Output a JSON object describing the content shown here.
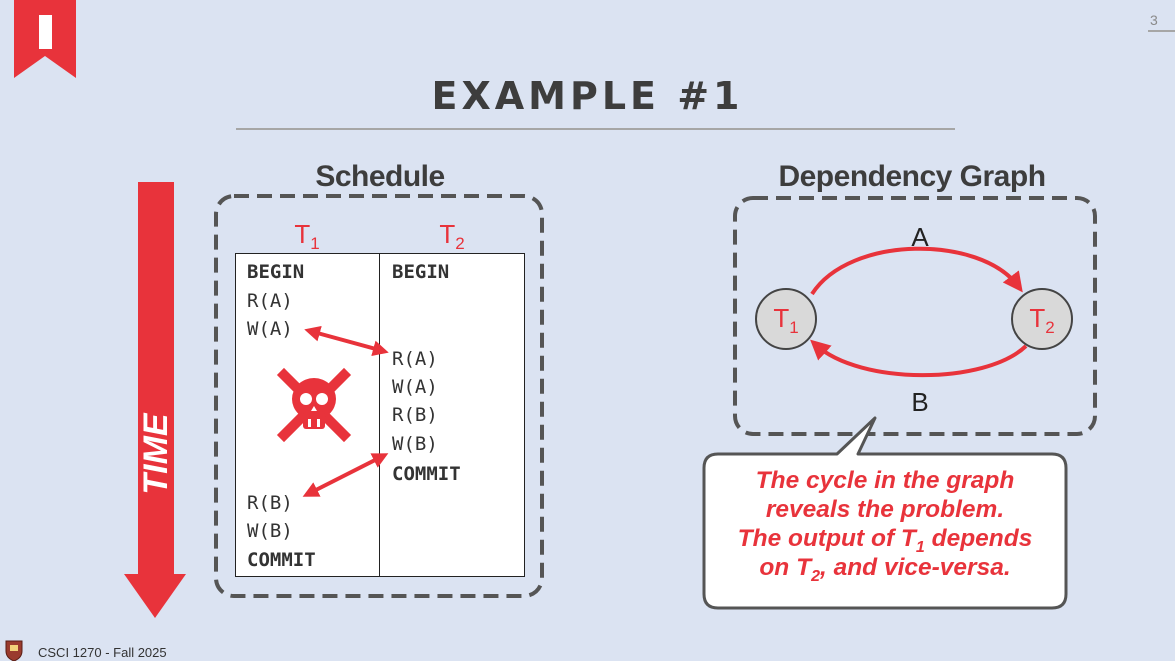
{
  "slide": {
    "title": "EXAMPLE #1",
    "page_number": "3",
    "footer": "CSCI 1270 - Fall 2025"
  },
  "timeline": {
    "label": "TIME"
  },
  "schedule": {
    "heading": "Schedule",
    "t1": {
      "name": "T",
      "sub": "1",
      "ops": [
        "BEGIN",
        "R(A)",
        "W(A)",
        "R(B)",
        "W(B)",
        "COMMIT"
      ]
    },
    "t2": {
      "name": "T",
      "sub": "2",
      "ops": [
        "BEGIN",
        "R(A)",
        "W(A)",
        "R(B)",
        "W(B)",
        "COMMIT"
      ]
    }
  },
  "graph": {
    "heading": "Dependency Graph",
    "nodes": [
      {
        "name": "T",
        "sub": "1"
      },
      {
        "name": "T",
        "sub": "2"
      }
    ],
    "edges": [
      {
        "from": "T1",
        "to": "T2",
        "label": "A"
      },
      {
        "from": "T2",
        "to": "T1",
        "label": "B"
      }
    ]
  },
  "callout": {
    "line1": "The cycle in the graph",
    "line2": "reveals the problem.",
    "line3_pre": "The output of T",
    "line3_sub": "1",
    "line3_post": " depends",
    "line4_pre": "on T",
    "line4_sub": "2",
    "line4_post": ", and vice-versa."
  },
  "colors": {
    "accent": "#e8333b",
    "background": "#dbe3f2",
    "text": "#3d3d3d"
  }
}
